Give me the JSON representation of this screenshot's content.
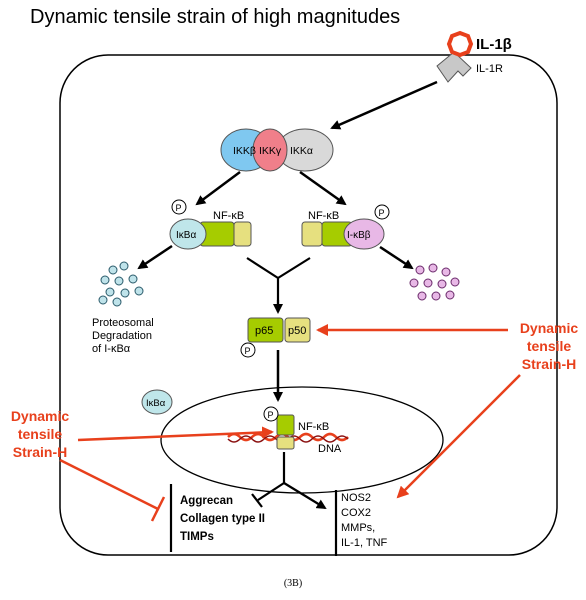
{
  "title": "Dynamic tensile strain of high magnitudes",
  "caption": "(3B)",
  "colors": {
    "red": "#e8401c",
    "ikkb": "#7fc8f0",
    "ikkg": "#f07f8a",
    "ikka": "#d9d9d9",
    "ikba": "#bfe6ea",
    "nfkb": "#a6cc00",
    "nfkb_light": "#e6e07f",
    "ikbb": "#e8b8e6",
    "fragment_teal": "#bfe3ea",
    "fragment_pink": "#e8b8e6"
  },
  "receptor": {
    "ligand": "IL-1β",
    "receptor": "IL-1R"
  },
  "ikk_complex": {
    "b": "IKKβ",
    "g": "IKKγ",
    "a": "IKKα"
  },
  "left_complex": {
    "phospho": "P",
    "inhibitor": "IκBα",
    "nfkb": "NF-κB"
  },
  "right_complex": {
    "phospho": "P",
    "inhibitor": "I-κBβ",
    "nfkb": "NF-κB"
  },
  "degradation": {
    "line1": "Proteosomal",
    "line2": "Degradation",
    "line3": "of I-κBα"
  },
  "dimer": {
    "p65": "p65",
    "p50": "p50",
    "phospho": "P"
  },
  "free_ikba": "IκBα",
  "nucleus": {
    "phospho": "P",
    "nfkb": "NF-κB",
    "dna": "DNA"
  },
  "strain_right": {
    "line1": "Dynamic",
    "line2": "tensile",
    "line3": "Strain-H"
  },
  "strain_left": {
    "line1": "Dynamic",
    "line2": "tensile",
    "line3": "Strain-H"
  },
  "targets_left": [
    "Aggrecan",
    "Collagen type II",
    "TIMPs"
  ],
  "targets_right": [
    "NOS2",
    "COX2",
    "MMPs,",
    "IL-1, TNF"
  ]
}
